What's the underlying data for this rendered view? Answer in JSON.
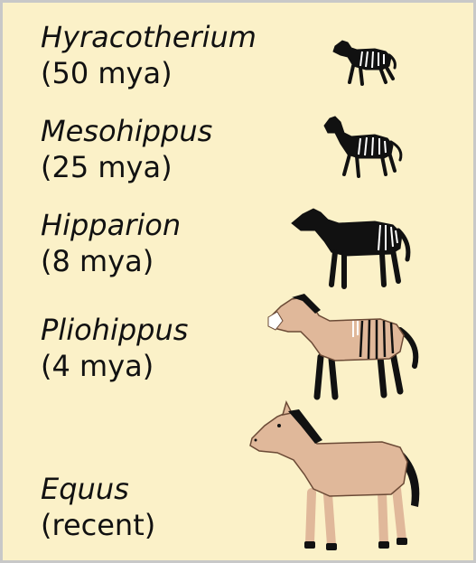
{
  "colors": {
    "background": "#fbf1c8",
    "border": "#c8c8c8",
    "silhouette": "#111111",
    "horse_coat": "#e0b89a",
    "stripe": "#ffffff"
  },
  "species": [
    {
      "name": "Hyracotherium",
      "age": "(50 mya)",
      "icon": "hyracotherium-silhouette"
    },
    {
      "name": "Mesohippus",
      "age": "(25 mya)",
      "icon": "mesohippus-silhouette"
    },
    {
      "name": "Hipparion",
      "age": "(8 mya)",
      "icon": "hipparion-silhouette"
    },
    {
      "name": "Pliohippus",
      "age": "(4 mya)",
      "icon": "pliohippus-illustration"
    },
    {
      "name": "Equus",
      "age": "(recent)",
      "icon": "equus-illustration"
    }
  ]
}
